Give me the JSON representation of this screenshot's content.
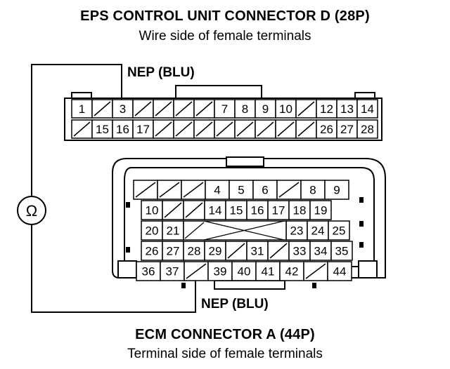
{
  "eps_connector": {
    "title": "EPS CONTROL UNIT CONNECTOR D (28P)",
    "subtitle": "Wire side of female terminals",
    "probe_label": "NEP (BLU)",
    "row1": [
      "1",
      "",
      "3",
      "",
      "",
      "",
      "",
      "7",
      "8",
      "9",
      "10",
      "",
      "12",
      "13",
      "14"
    ],
    "row2": [
      "",
      "15",
      "16",
      "17",
      "",
      "",
      "",
      "",
      "",
      "",
      "",
      "",
      "26",
      "27",
      "28"
    ]
  },
  "ecm_connector": {
    "title": "ECM CONNECTOR A (44P)",
    "subtitle": "Terminal side of female terminals",
    "probe_label": "NEP (BLU)",
    "row1": [
      "",
      "",
      "",
      "4",
      "5",
      "6",
      "",
      "8",
      "9"
    ],
    "row2": [
      "10",
      "",
      "",
      "14",
      "15",
      "16",
      "17",
      "18",
      "19"
    ],
    "row3_left": [
      "20",
      "21"
    ],
    "row3_right": [
      "23",
      "24",
      "25"
    ],
    "row4": [
      "26",
      "27",
      "28",
      "29",
      "",
      "31",
      "",
      "33",
      "34",
      "35"
    ],
    "row5": [
      "36",
      "37",
      "",
      "39",
      "40",
      "41",
      "42",
      "",
      "44"
    ]
  },
  "meter": {
    "symbol": "Ω"
  }
}
